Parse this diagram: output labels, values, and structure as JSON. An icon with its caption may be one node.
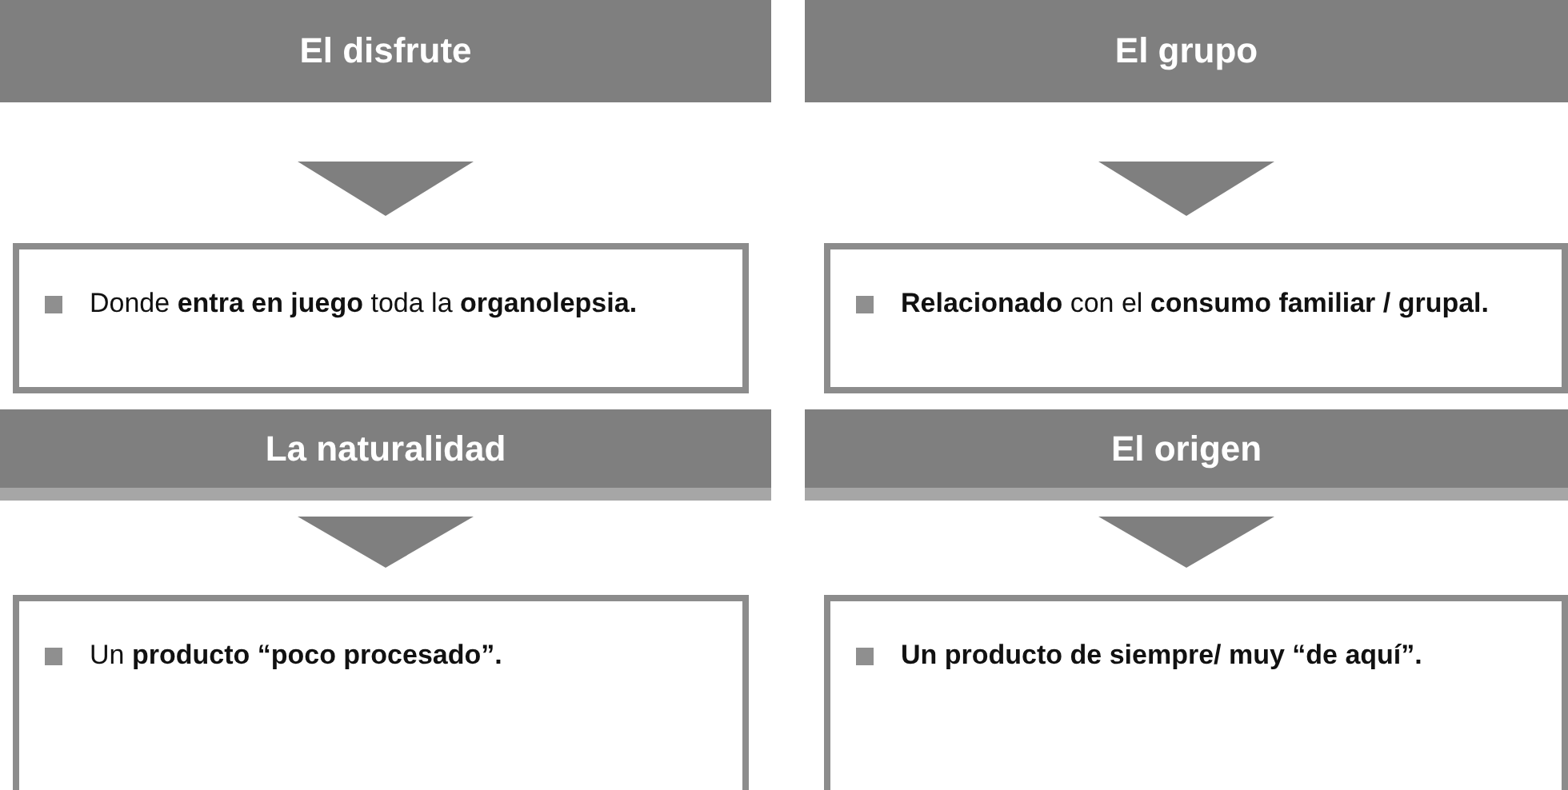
{
  "diagram": {
    "nodes": [
      {
        "text": [
          "El disfrute"
        ]
      },
      {
        "text": [
          "Donde **entra en juego** toda la **organolepsia.**"
        ]
      },
      {
        "text": [
          "El grupo"
        ]
      },
      {
        "text": [
          "**Relacionado** con el **consumo familiar / grupal.**"
        ]
      },
      {
        "text": [
          "La naturalidad"
        ]
      },
      {
        "text": [
          "Un **producto “poco procesado”.**"
        ]
      },
      {
        "text": [
          "El origen"
        ]
      },
      {
        "text": [
          "**Un producto  de siempre/ muy “de aquí”.**"
        ]
      }
    ],
    "edges": [
      {
        "from": 0,
        "to": 1,
        "arrow": "to"
      },
      {
        "from": 2,
        "to": 3,
        "arrow": "to"
      },
      {
        "from": 4,
        "to": 5,
        "arrow": "to"
      },
      {
        "from": 6,
        "to": 7,
        "arrow": "to"
      }
    ]
  }
}
